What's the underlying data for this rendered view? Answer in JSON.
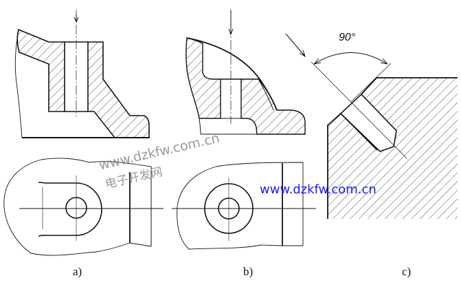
{
  "figure": {
    "labels": {
      "a": "a)",
      "b": "b)",
      "c": "c)"
    },
    "angle_label": "90°",
    "watermarks": {
      "url_gray": "www.dzkfw.com.cn",
      "site_name": "电子开发网",
      "url_blue": "www.dzkfw.com.cn"
    },
    "colors": {
      "line": "#111111",
      "watermark_blue": "#1a1aff"
    }
  }
}
